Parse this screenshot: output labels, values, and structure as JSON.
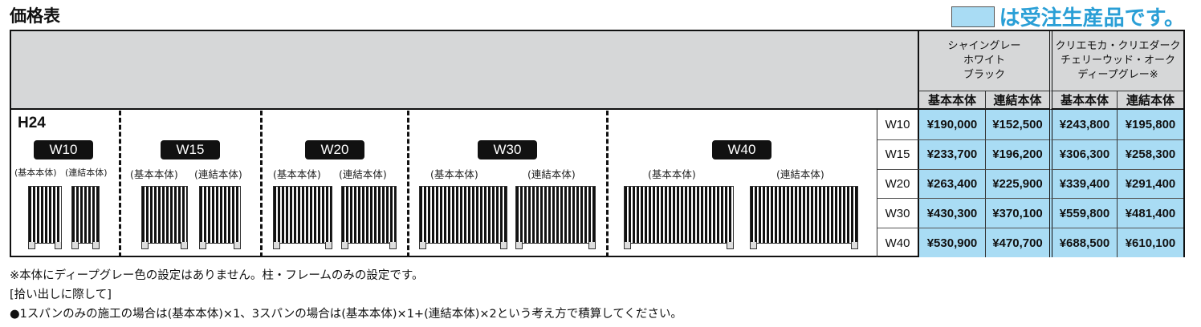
{
  "title": "価格表",
  "legend": "は受注生産品です。",
  "height_label": "H24",
  "color_groups": [
    {
      "lines": [
        "シャイングレー",
        "ホワイト",
        "ブラック"
      ]
    },
    {
      "lines": [
        "クリエモカ・クリエダーク",
        "チェリーウッド・オーク",
        "ディープグレー※"
      ]
    }
  ],
  "sub_headers": [
    "基本本体",
    "連結本体",
    "基本本体",
    "連結本体"
  ],
  "panels": [
    {
      "badge": "W10",
      "basic": "(基本本体)",
      "connect": "(連結本体)"
    },
    {
      "badge": "W15",
      "basic": "(基本本体)",
      "connect": "(連結本体)"
    },
    {
      "badge": "W20",
      "basic": "(基本本体)",
      "connect": "(連結本体)"
    },
    {
      "badge": "W30",
      "basic": "(基本本体)",
      "connect": "(連結本体)"
    },
    {
      "badge": "W40",
      "basic": "(基本本体)",
      "connect": "(連結本体)"
    }
  ],
  "rows": [
    {
      "w": "W10",
      "prices": [
        "¥190,000",
        "¥152,500",
        "¥243,800",
        "¥195,800"
      ]
    },
    {
      "w": "W15",
      "prices": [
        "¥233,700",
        "¥196,200",
        "¥306,300",
        "¥258,300"
      ]
    },
    {
      "w": "W20",
      "prices": [
        "¥263,400",
        "¥225,900",
        "¥339,400",
        "¥291,400"
      ]
    },
    {
      "w": "W30",
      "prices": [
        "¥430,300",
        "¥370,100",
        "¥559,800",
        "¥481,400"
      ]
    },
    {
      "w": "W40",
      "prices": [
        "¥530,900",
        "¥470,700",
        "¥688,500",
        "¥610,100"
      ]
    }
  ],
  "notes": [
    "※本体にディープグレー色の設定はありません。柱・フレームのみの設定です。",
    "[拾い出しに際して]",
    "●1スパンのみの施工の場合は(基本本体)×1、3スパンの場合は(基本本体)×1+(連結本体)×2という考え方で積算してください。"
  ],
  "colors": {
    "made_to_order": "#a9dcf4",
    "legend_text": "#2a9fd6"
  }
}
